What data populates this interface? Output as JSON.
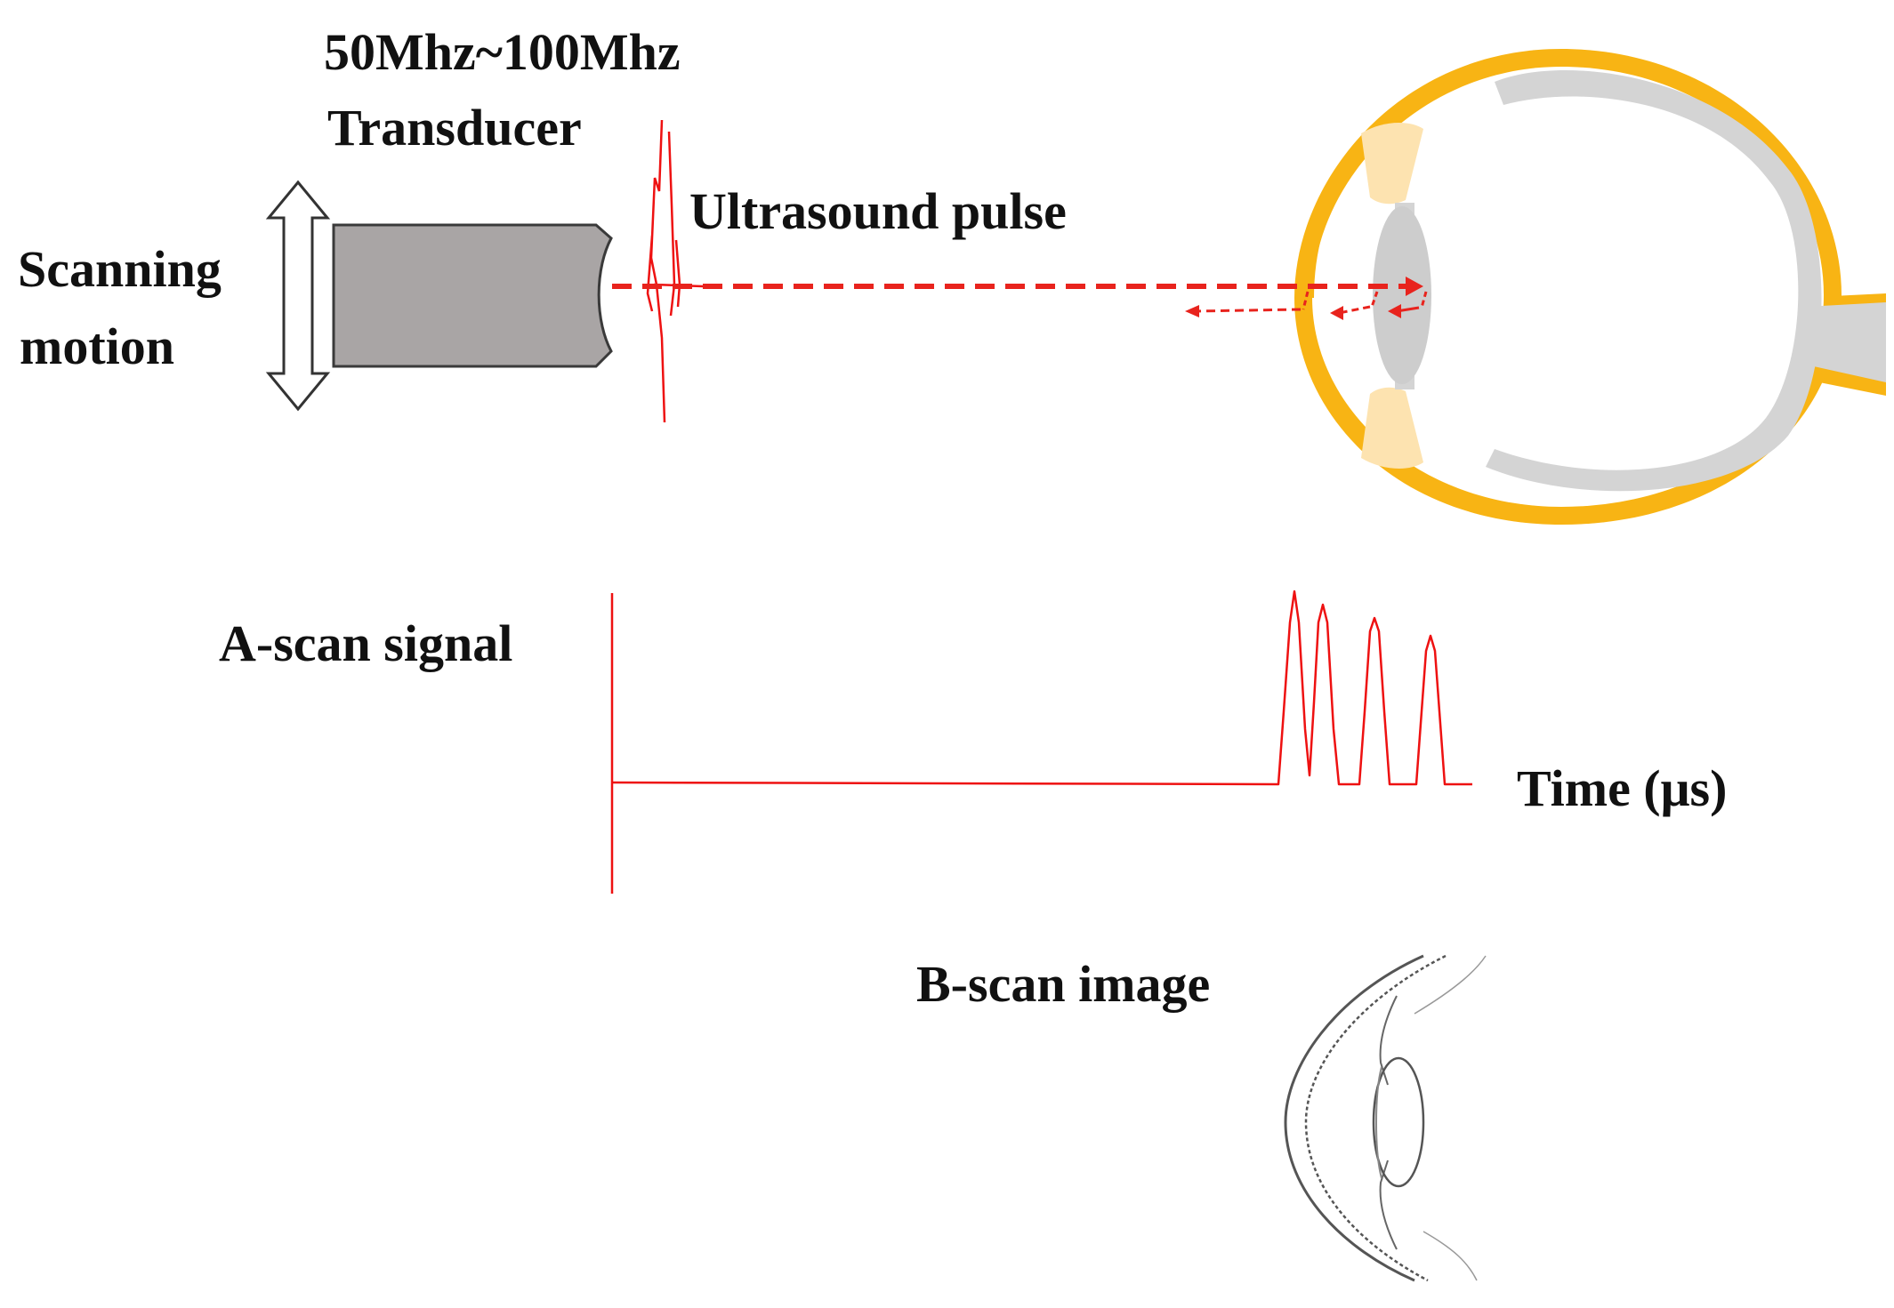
{
  "labels": {
    "frequency": "50Mhz~100Mhz",
    "transducer": "Transducer",
    "pulse": "Ultrasound pulse",
    "scanning_line1": "Scanning",
    "scanning_line2": "motion",
    "ascan": "A-scan signal",
    "time_axis": "Time (μs)",
    "bscan": "B-scan image"
  },
  "colors": {
    "signal": "#ee1111",
    "beam": "#e8231d",
    "sclera": "#f8b414",
    "eye_inner": "#d4d4d4",
    "transducer_fill": "#a9a5a5",
    "ciliary": "#fde3b0",
    "text": "#111111"
  },
  "icons": {
    "motion": "double-arrow-icon",
    "transducer": "transducer-probe-icon",
    "eye": "eye-cross-section-icon",
    "bscan": "eye-outline-sketch-icon"
  }
}
